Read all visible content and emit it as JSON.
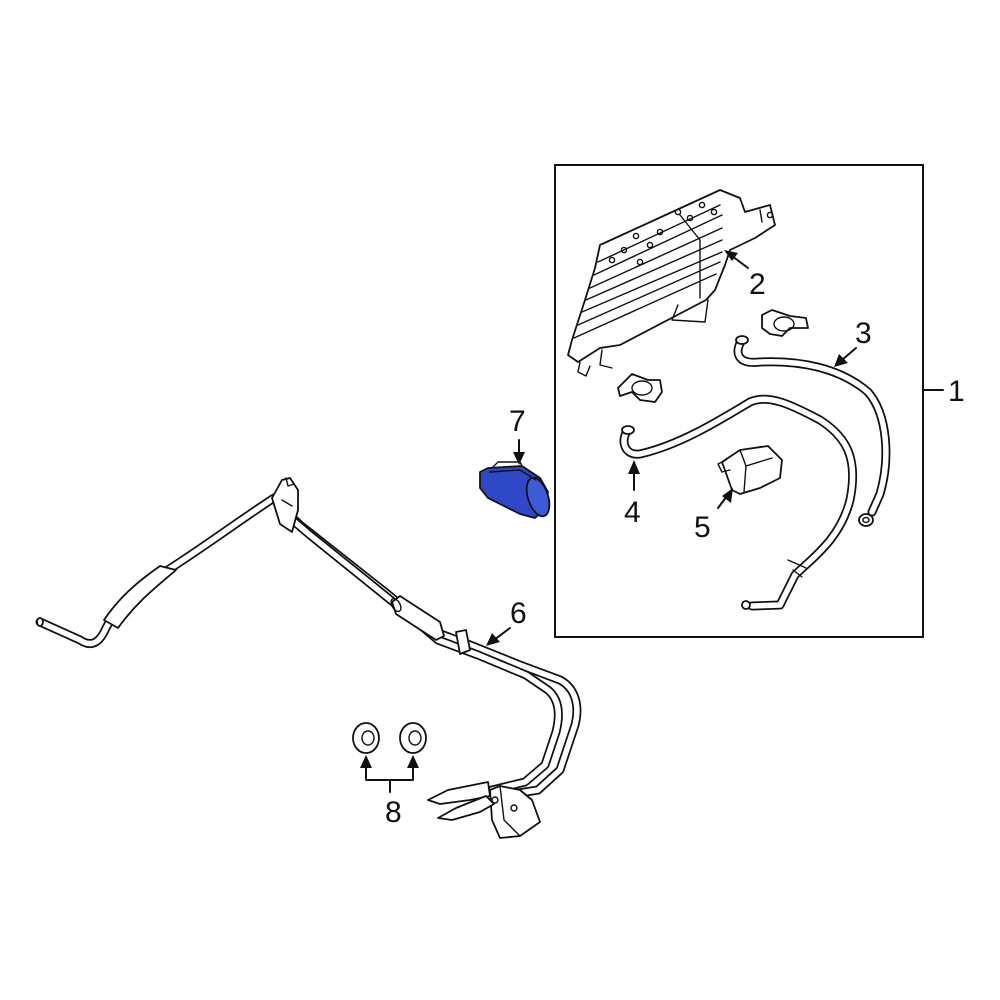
{
  "diagram": {
    "highlight_color": "#2f48c8",
    "line_color": "#111111",
    "background": "#ffffff",
    "callouts": {
      "c1": "1",
      "c2": "2",
      "c3": "3",
      "c4": "4",
      "c5": "5",
      "c6": "6",
      "c7": "7",
      "c8": "8"
    },
    "highlighted_part": "7"
  }
}
